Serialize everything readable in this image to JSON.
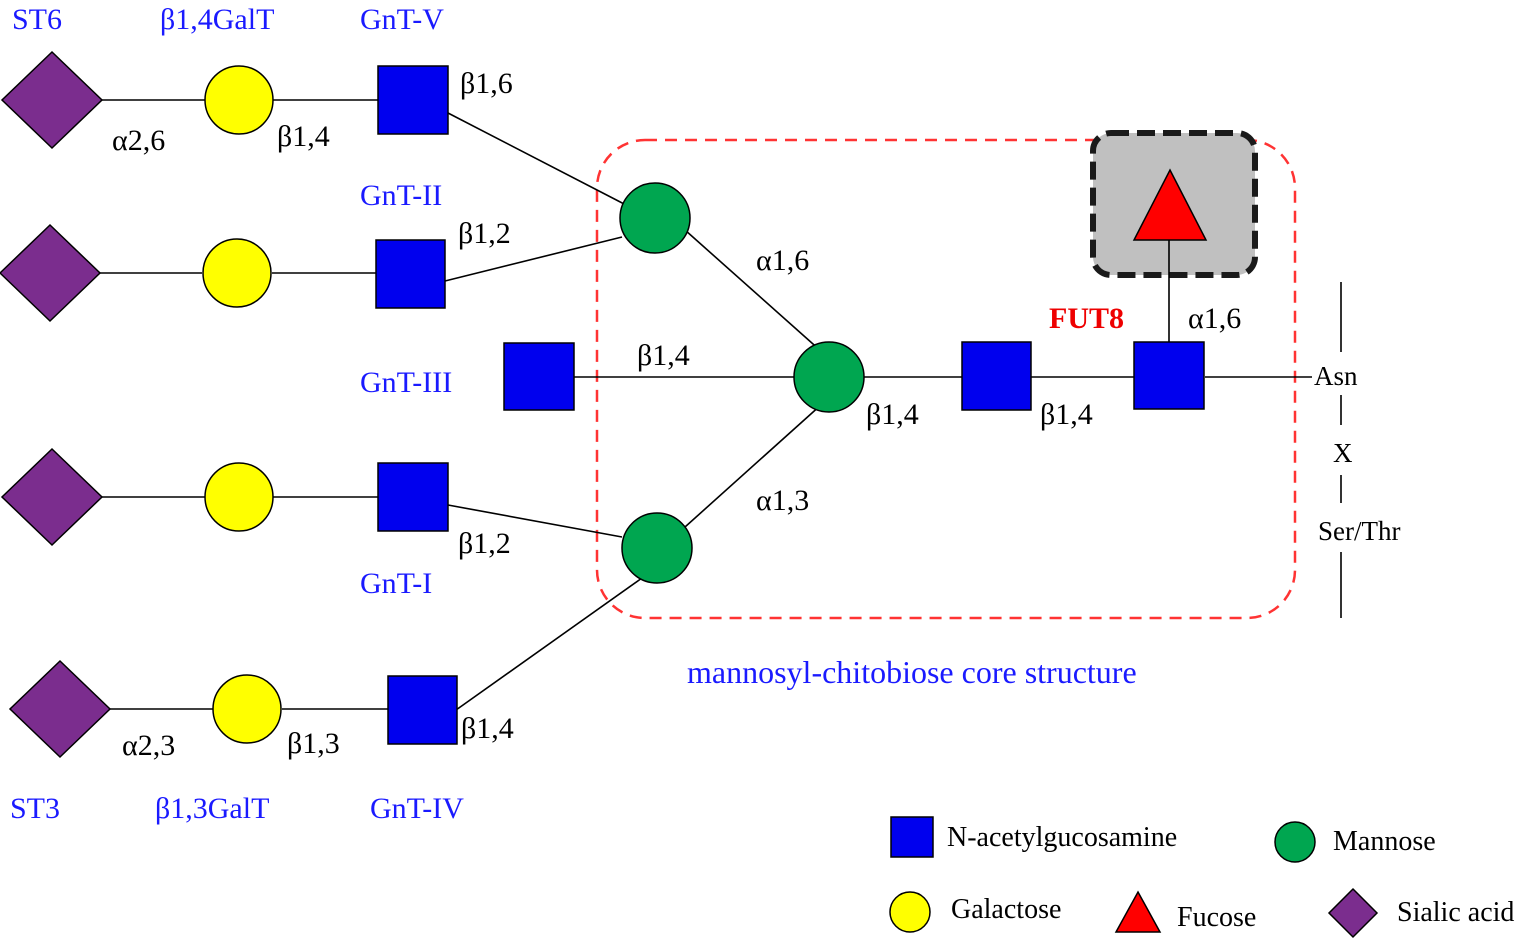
{
  "colors": {
    "glcnac": "#0000ee",
    "mannose": "#00a650",
    "galactose": "#ffff00",
    "fucose": "#ff0000",
    "sialic_acid": "#7b2d8e",
    "enzyme_text": "#1a1aff",
    "fut8_text": "#ee0000",
    "core_border": "#ff3333",
    "fucose_box_fill": "#c0c0c0"
  },
  "enzymes": {
    "st6": "ST6",
    "b14galt": "β1,4GalT",
    "gnt_v": "GnT-V",
    "gnt_ii": "GnT-II",
    "gnt_iii": "GnT-III",
    "gnt_i": "GnT-I",
    "st3": "ST3",
    "b13galt": "β1,3GalT",
    "gnt_iv": "GnT-IV",
    "fut8": "FUT8"
  },
  "linkages": {
    "a26": "α2,6",
    "b14_gal_top": "β1,4",
    "b16": "β1,6",
    "b12_upper": "β1,2",
    "a16_man": "α1,6",
    "b14_bisect": "β1,4",
    "b14_core_man": "β1,4",
    "b14_core_chitobiose": "β1,4",
    "a16_fuc": "α1,6",
    "a13_man": "α1,3",
    "b12_lower": "β1,2",
    "a23": "α2,3",
    "b13": "β1,3",
    "b14_gnt_iv": "β1,4"
  },
  "peptide": {
    "asn": "Asn",
    "x": "X",
    "ser_thr": "Ser/Thr"
  },
  "core_label": "mannosyl-chitobiose core structure",
  "legend": {
    "glcnac": "N-acetylgucosamine",
    "mannose": "Mannose",
    "galactose": "Galactose",
    "fucose": "Fucose",
    "sialic_acid": "Sialic  acid"
  }
}
